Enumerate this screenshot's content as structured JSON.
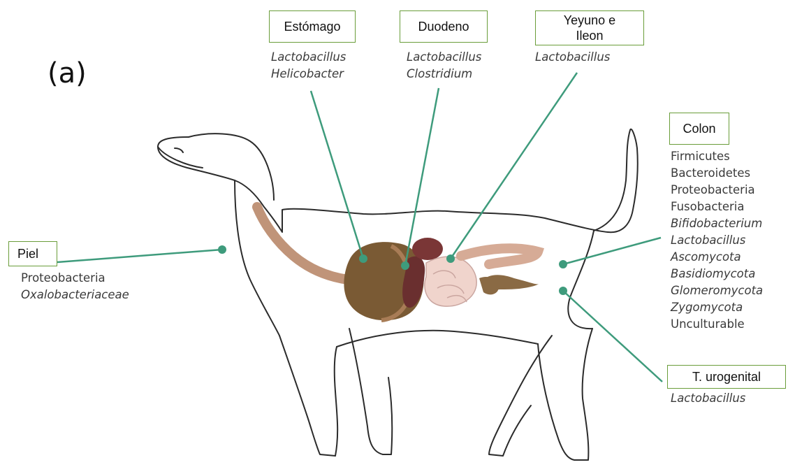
{
  "panel_label": "(a)",
  "colors": {
    "connector": "#3e9b7c",
    "box_border": "#6a9d3a",
    "outline": "#2b2b2b"
  },
  "regions": {
    "stomach": {
      "label": "Estómago",
      "taxa": [
        "Lactobacillus",
        "Helicobacter"
      ]
    },
    "duodenum": {
      "label": "Duodeno",
      "taxa": [
        "Lactobacillus",
        "Clostridium"
      ]
    },
    "jejunum_ileum": {
      "label_line1": "Yeyuno e",
      "label_line2": "Ileon",
      "taxa": [
        "Lactobacillus"
      ]
    },
    "colon": {
      "label": "Colon",
      "taxa": [
        "Firmicutes",
        "Bacteroidetes",
        "Proteobacteria",
        "Fusobacteria",
        "Bifidobacterium",
        "Lactobacillus",
        "Ascomycota",
        "Basidiomycota",
        "Glomeromycota",
        "Zygomycota",
        "Unculturable"
      ]
    },
    "skin": {
      "label": "Piel",
      "taxa": [
        "Proteobacteria",
        "Oxalobacteriaceae"
      ]
    },
    "urogenital": {
      "label": "T. urogenital",
      "taxa": [
        "Lactobacillus"
      ]
    }
  }
}
